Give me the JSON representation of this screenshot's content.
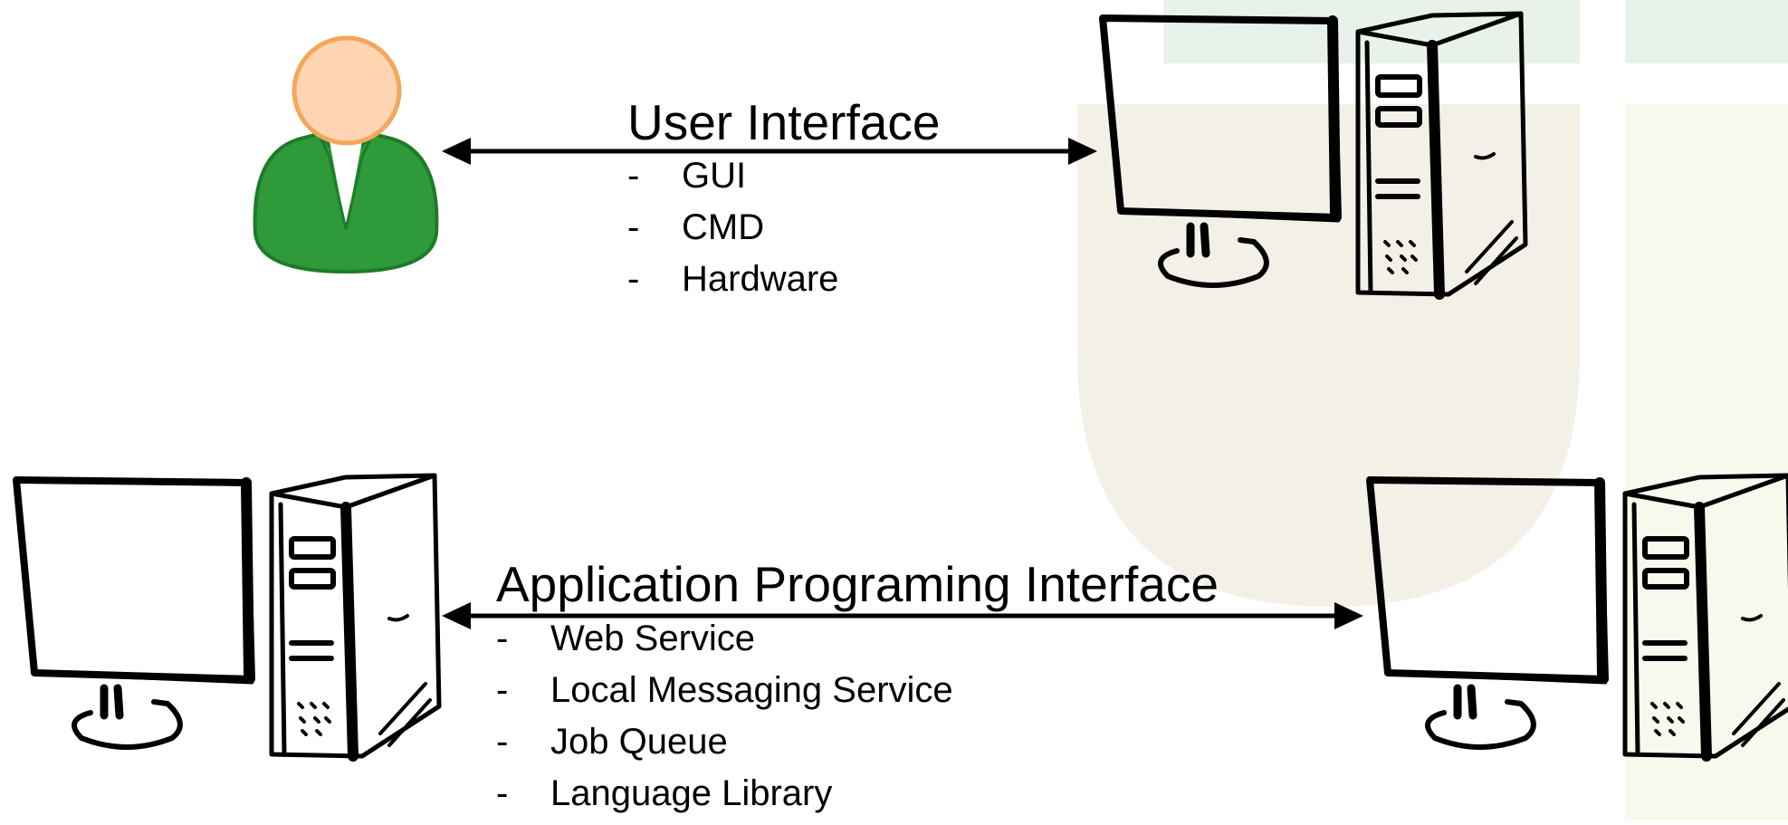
{
  "colors": {
    "person_body": "#2e9a3a",
    "person_head": "#fdd5b2",
    "person_outline": "#f4a65a",
    "bg_green": "#e9f2ea",
    "bg_beige": "#f3f0e8",
    "bg_yellow": "#f8f9ed"
  },
  "icons": [
    "user-icon",
    "computer-icon"
  ],
  "user_interface": {
    "title": "User Interface",
    "items": [
      "GUI",
      "CMD",
      "Hardware"
    ]
  },
  "api": {
    "title": "Application Programing Interface",
    "items": [
      "Web Service",
      "Local Messaging Service",
      "Job Queue",
      "Language Library"
    ]
  },
  "bullet": "-"
}
